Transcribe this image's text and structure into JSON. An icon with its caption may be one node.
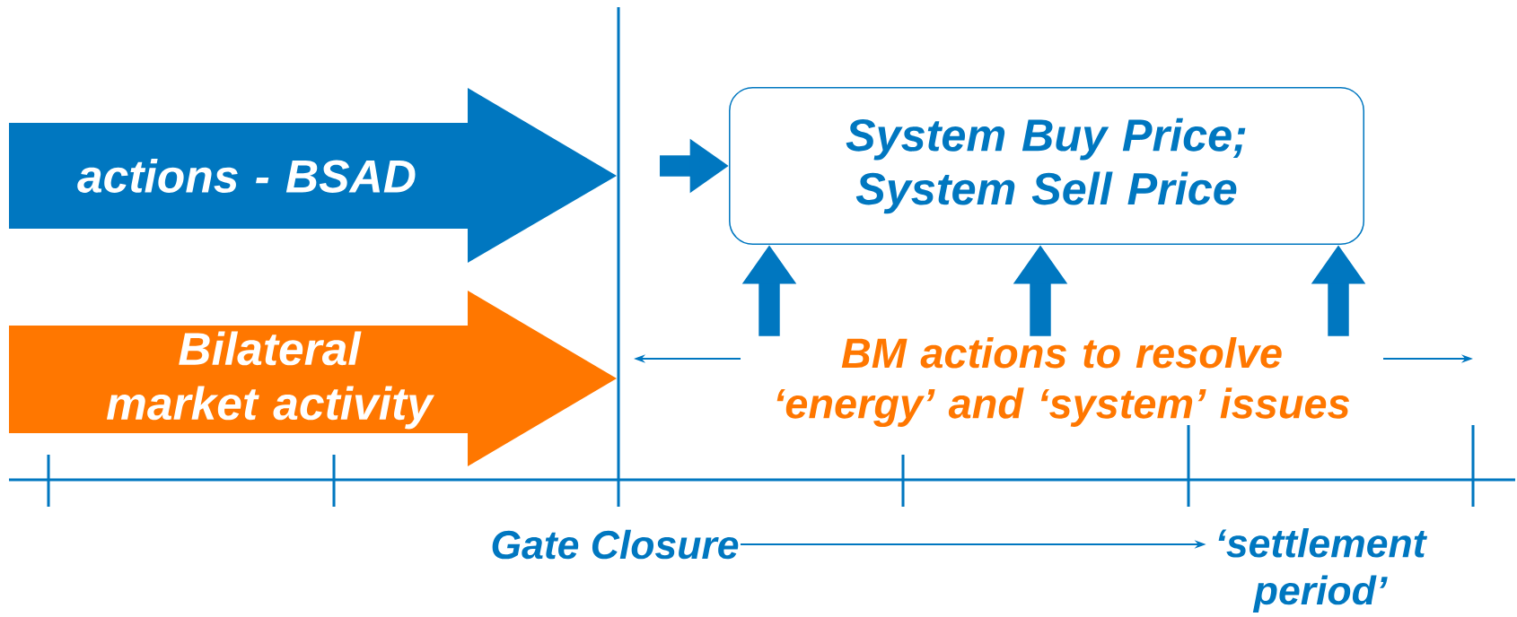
{
  "diagram": {
    "nodes": [
      {
        "text": [
          "actions - BSAD"
        ]
      },
      {
        "text": [
          "Bilateral market activity"
        ]
      },
      {
        "text": [
          "System Buy Price; System Sell Price"
        ]
      },
      {
        "text": [
          "BM actions to resolve ‘energy’ and ‘system’ issues"
        ]
      },
      {
        "text": [
          "Gate Closure"
        ]
      },
      {
        "text": [
          "‘settlement period’"
        ]
      }
    ],
    "edges": [
      {
        "from": null,
        "to": 2,
        "arrow": "to"
      },
      {
        "from": 3,
        "to": 2,
        "arrow": "to"
      },
      {
        "from": 3,
        "to": 2,
        "arrow": "to"
      },
      {
        "from": 3,
        "to": 2,
        "arrow": "to"
      },
      {
        "from": 3,
        "to": null,
        "arrow": "to"
      },
      {
        "from": 3,
        "to": null,
        "arrow": "to"
      },
      {
        "from": 4,
        "to": 5,
        "arrow": "to"
      }
    ]
  }
}
